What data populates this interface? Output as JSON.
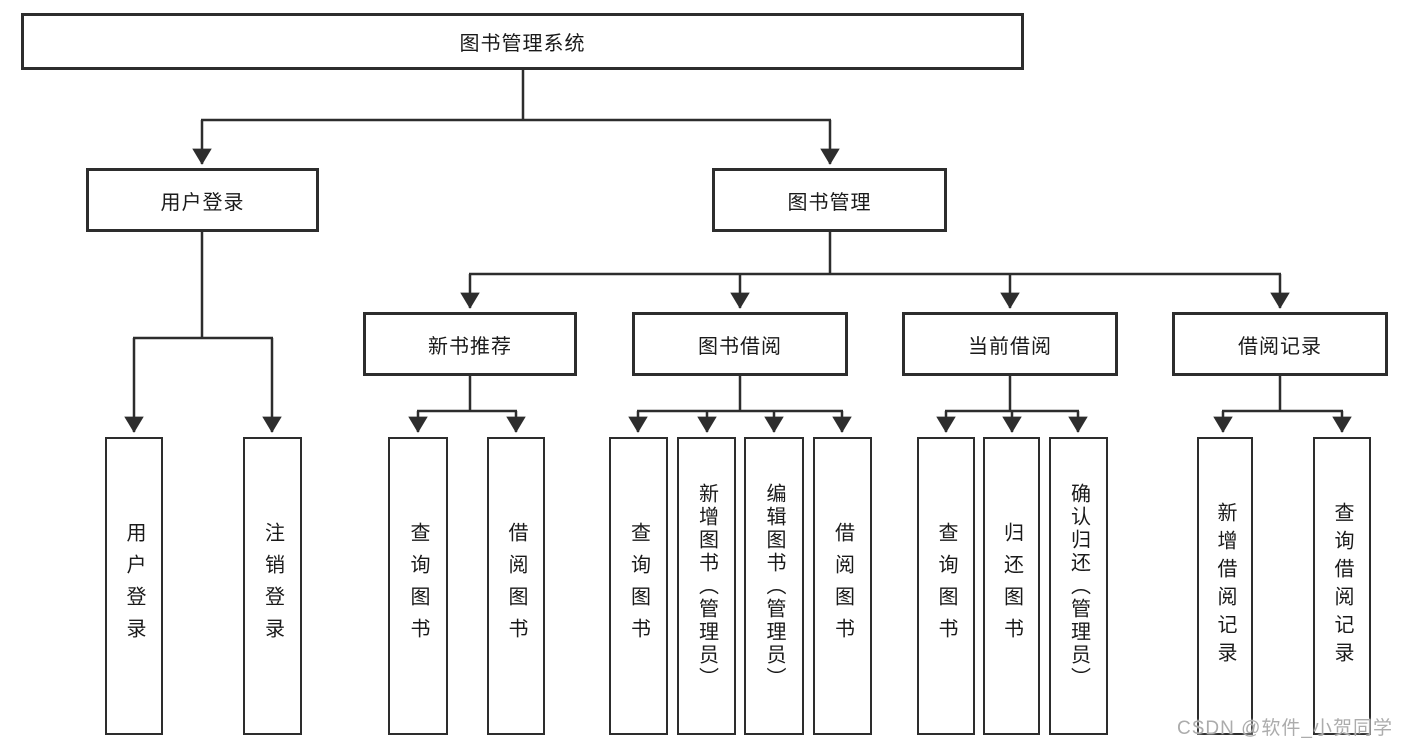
{
  "diagram": {
    "root": {
      "label": "图书管理系统",
      "children": [
        {
          "label": "用户登录",
          "children": [
            {
              "label": "用户登录"
            },
            {
              "label": "注销登录"
            }
          ]
        },
        {
          "label": "图书管理",
          "children": [
            {
              "label": "新书推荐",
              "children": [
                {
                  "label": "查询图书"
                },
                {
                  "label": "借阅图书"
                }
              ]
            },
            {
              "label": "图书借阅",
              "children": [
                {
                  "label": "查询图书"
                },
                {
                  "label": "新增图书（管理员）"
                },
                {
                  "label": "编辑图书（管理员）"
                },
                {
                  "label": "借阅图书"
                }
              ]
            },
            {
              "label": "当前借阅",
              "children": [
                {
                  "label": "查询图书"
                },
                {
                  "label": "归还图书"
                },
                {
                  "label": "确认归还（管理员）"
                }
              ]
            },
            {
              "label": "借阅记录",
              "children": [
                {
                  "label": "新增借阅记录"
                },
                {
                  "label": "查询借阅记录"
                }
              ]
            }
          ]
        }
      ]
    }
  },
  "watermark": {
    "text": "CSDN @软件_小贺同学"
  },
  "colors": {
    "line": "#2d2d2d",
    "box_fill": "#ffffff",
    "text": "#1a1a1a",
    "watermark": "#acacac",
    "background": "#ffffff"
  }
}
